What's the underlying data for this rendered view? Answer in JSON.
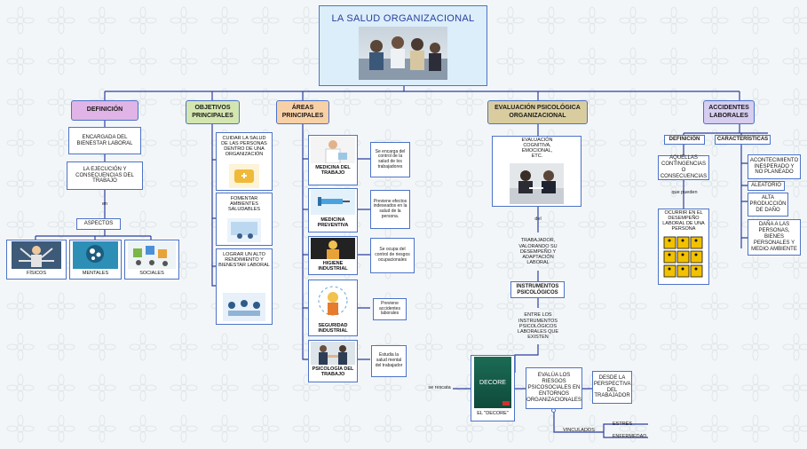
{
  "title": "LA SALUD ORGANIZACIONAL",
  "colors": {
    "line": "#2c3f9e",
    "box_border": "#4c73c8",
    "definicion": "#e0b4e6",
    "objetivos": "#d4e6b0",
    "areas": "#f8d0a6",
    "evaluacion": "#d9cda0",
    "accidentes": "#d6cdf0",
    "title_bg": "#dbeefa"
  },
  "branches": {
    "definicion": {
      "header": "DEFINICIÓN",
      "n1": "ENCARGADA DEL BIENESTAR LABORAL",
      "n2": "LA EJECUCIÓN Y CONSECUENCIAS DEL TRABAJO",
      "connector": "en",
      "aspectos": "ASPECTOS",
      "items": [
        "FÍSICOS",
        "MENTALES",
        "SOCIALES"
      ]
    },
    "objetivos": {
      "header": "OBJETIVOS PRINCIPALES",
      "items": [
        "CUIDAR LA SALUD DE LAS PERSONAS DENTRO DE UNA ORGANIZACIÓN",
        "FOMENTAR AMBIENTES SALUDABLES",
        "LOGRAR UN ALTO RENDIMIENTO Y BIENESTAR LABORAL"
      ]
    },
    "areas": {
      "header": "ÁREAS PRINCIPALES",
      "items": [
        {
          "name": "MEDICINA DEL TRABAJO",
          "desc": "Se encarga del control de la salud de los trabajadores"
        },
        {
          "name": "MEDICINA PREVENTIVA",
          "desc": "Previene efectos indeseados en la salud de la persona."
        },
        {
          "name": "HIGIENE INDUSTRIAL",
          "desc": "Se ocupa del control de riesgos ocupacionales"
        },
        {
          "name": "SEGURIDAD INDUSTRIAL",
          "desc": "Previene accidentes laborales"
        },
        {
          "name": "PSICOLOGÍA DEL TRABAJO",
          "desc": "Estudia la salud mental del trabajador"
        }
      ]
    },
    "evaluacion": {
      "header": "EVALUACIÓN PSICOLÓGICA ORGANIZACIONAL",
      "top": "EVALUACIÓN COGNITIVA, EMOCIONAL, ETC.",
      "connector": "del",
      "trabajador": "TRABAJADOR, VALORANDO SU DESEMPEÑO Y ADAPTACIÓN LABORAL",
      "instrumentos": "INSTRUMENTOS PSICOLÓGICOS",
      "entre": "ENTRE LOS INSTRUMENTOS PSICOLÓGICOS LABORALES QUE EXISTEN",
      "se_rescata": "se rescata",
      "decore": "EL \"DECORE\"",
      "book_title": "DECORE",
      "evalua": "EVALÚA LOS RIESGOS PSICOSOCIALES EN ENTORNOS ORGANIZACIONALES",
      "desde": "DESDE LA PERSPECTIVA DEL TRABAJADOR",
      "vinculados": "VINCULADOS",
      "estres": "ESTRÉS",
      "enfermedad": "ENFERMEDAD"
    },
    "accidentes": {
      "header": "ACCIDENTES LABORALES",
      "definicion": "DEFINICIÓN",
      "caracteristicas": "CARACTERÍSTICAS",
      "aquellas": "AQUELLAS CONTINGENCIAS O CONSECUENCIAS",
      "que_pueden": "que pueden",
      "ocurrir": "OCURRIR EN EL DESEMPEÑO LABORAL DE UNA PERSONA",
      "chars": [
        "ACONTECIMIENTO INESPERADO Y NO PLANEADO",
        "ALEATORIO",
        "ALTA PRODUCCIÓN DE DAÑO",
        "DAÑA A LAS PERSONAS, BIENES PERSONALES Y MEDIO AMBIENTE"
      ]
    }
  },
  "icons": [
    "team-photo",
    "physical-icon",
    "mental-icon",
    "social-icon",
    "doctor-photo",
    "vaccine-icon",
    "hygiene-worker-icon",
    "safety-icon",
    "handshake-photo",
    "evaluation-photo",
    "decore-book",
    "accident-signs-icon"
  ]
}
